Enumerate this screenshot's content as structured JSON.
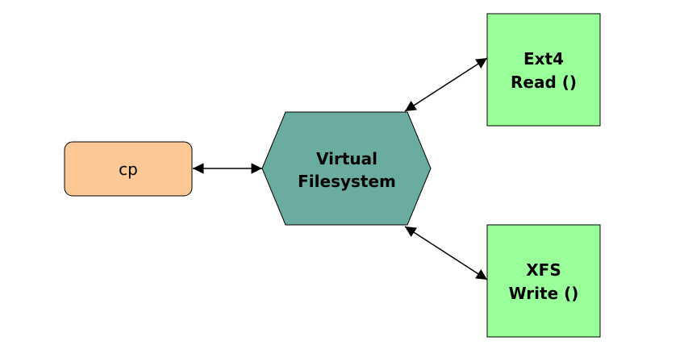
{
  "diagram": {
    "nodes": {
      "cp": {
        "lines": [
          "cp"
        ],
        "shape": "rounded-rect",
        "fill": "#FCC896",
        "stroke": "#000000"
      },
      "vfs": {
        "lines": [
          "Virtual",
          "Filesystem"
        ],
        "shape": "hexagon",
        "fill": "#6AADA0",
        "stroke": "#000000"
      },
      "ext4": {
        "lines": [
          "Ext4",
          "Read ()"
        ],
        "shape": "rect",
        "fill": "#99FF99",
        "stroke": "#000000"
      },
      "xfs": {
        "lines": [
          "XFS",
          "Write ()"
        ],
        "shape": "rect",
        "fill": "#99FF99",
        "stroke": "#000000"
      }
    },
    "edges": [
      {
        "from": "cp",
        "to": "vfs",
        "direction": "bidirectional"
      },
      {
        "from": "vfs",
        "to": "ext4",
        "direction": "bidirectional"
      },
      {
        "from": "vfs",
        "to": "xfs",
        "direction": "bidirectional"
      }
    ]
  }
}
